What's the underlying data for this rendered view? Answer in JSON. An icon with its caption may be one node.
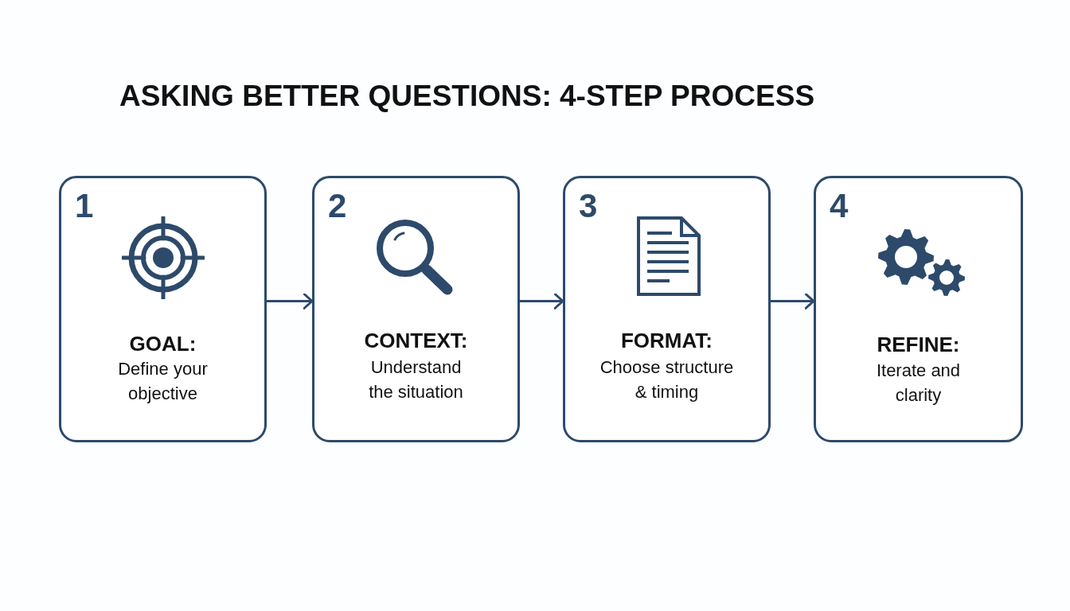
{
  "diagram": {
    "title": "ASKING BETTER QUESTIONS: 4-STEP PROCESS",
    "nodes": [
      {
        "text": [
          "1",
          "GOAL:",
          "Define your objective"
        ]
      },
      {
        "text": [
          "2",
          "CONTEXT:",
          "Understand the situation"
        ]
      },
      {
        "text": [
          "3",
          "FORMAT:",
          "Choose structure & timing"
        ]
      },
      {
        "text": [
          "4",
          "REFINE:",
          "Iterate and clarity"
        ]
      }
    ],
    "edges": [
      {
        "from": 0,
        "to": 1,
        "arrow": "to"
      },
      {
        "from": 1,
        "to": 2,
        "arrow": "to"
      },
      {
        "from": 2,
        "to": 3,
        "arrow": "to"
      }
    ]
  }
}
